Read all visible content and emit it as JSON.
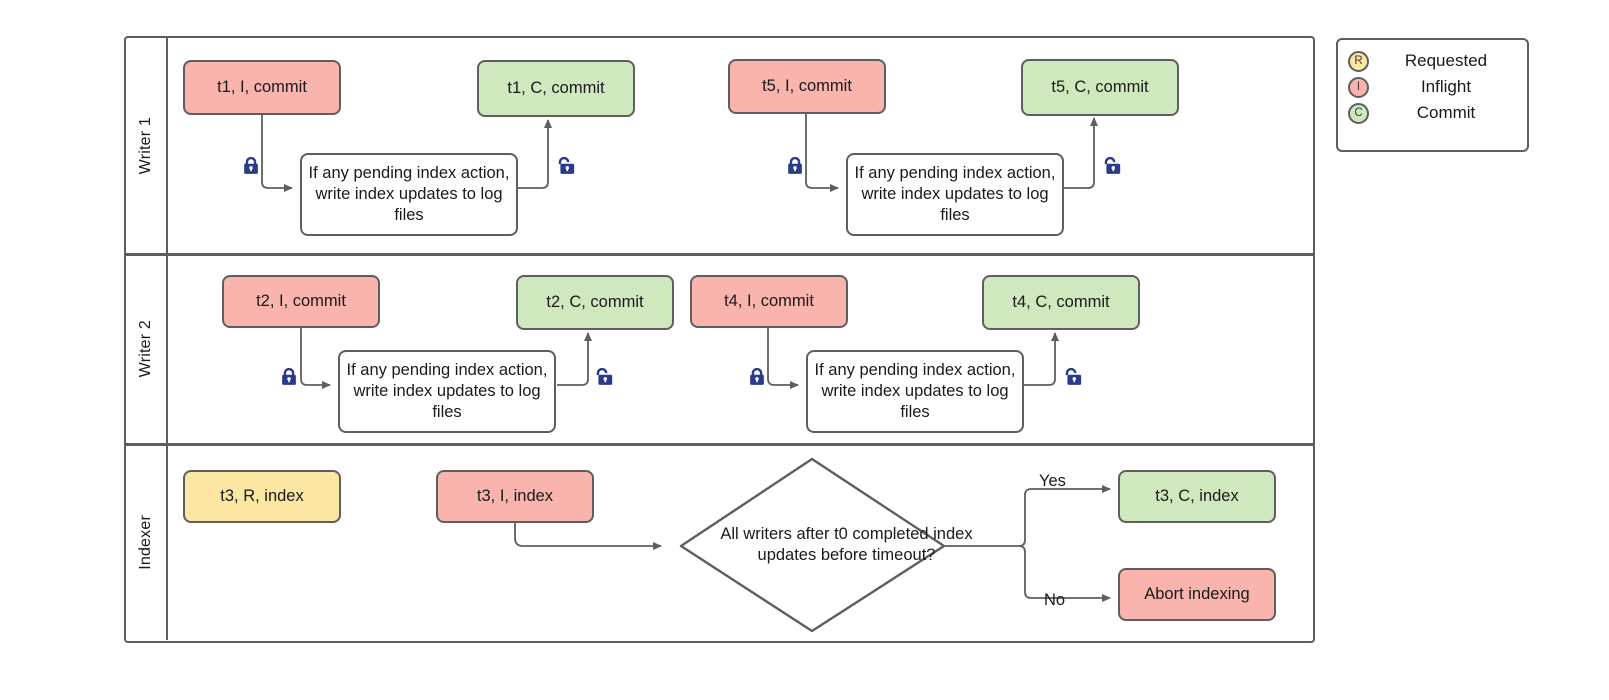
{
  "diagram": {
    "title": "Writer / Indexer commit and indexing swimlane flow",
    "lanes": [
      {
        "id": "writer1",
        "label": "Writer 1"
      },
      {
        "id": "writer2",
        "label": "Writer 2"
      },
      {
        "id": "indexer",
        "label": "Indexer"
      }
    ],
    "process_text": "If any pending index action, write index updates to log files",
    "nodes": {
      "w1_t1_i": "t1, I, commit",
      "w1_t1_c": "t1, C, commit",
      "w1_proc_a": "If any pending index action, write index updates to log files",
      "w1_t5_i": "t5, I, commit",
      "w1_t5_c": "t5, C, commit",
      "w1_proc_b": "If any pending index action, write index updates to log files",
      "w2_t2_i": "t2, I, commit",
      "w2_t2_c": "t2, C, commit",
      "w2_proc_a": "If any pending index action, write index updates to log files",
      "w2_t4_i": "t4, I, commit",
      "w2_t4_c": "t4, C, commit",
      "w2_proc_b": "If any pending index action, write index updates to log files",
      "ix_t3_r": "t3, R, index",
      "ix_t3_i": "t3, I, index",
      "ix_decision": "All writers after t0 completed index updates before timeout?",
      "ix_t3_c": "t3, C, index",
      "ix_abort": "Abort indexing"
    },
    "edge_labels": {
      "yes": "Yes",
      "no": "No"
    },
    "icons": {
      "lock_closed": "lock-closed-icon",
      "lock_open": "lock-open-icon"
    },
    "legend": {
      "items": [
        {
          "key": "R",
          "label": "Requested",
          "color": "#fbe6a2"
        },
        {
          "key": "I",
          "label": "Inflight",
          "color": "#f8b4ad"
        },
        {
          "key": "C",
          "label": "Commit",
          "color": "#cfe8bd"
        }
      ]
    },
    "colors": {
      "requested": "#fbe6a2",
      "inflight": "#f8b4ad",
      "commit": "#cfe8bd",
      "stroke": "#5e5e5e",
      "lock": "#2a3a8c",
      "background": "#ffffff"
    }
  }
}
